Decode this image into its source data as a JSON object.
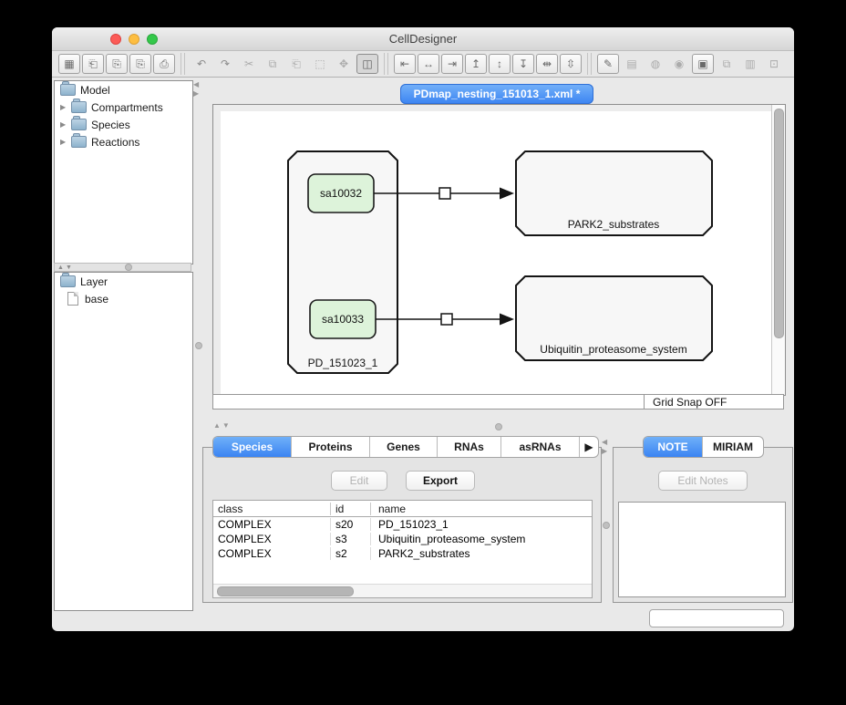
{
  "window": {
    "title": "CellDesigner"
  },
  "doc_tab": {
    "label": "PDmap_nesting_151013_1.xml *"
  },
  "icons": {
    "up": "▲",
    "down": "▼",
    "left": "◀",
    "right": "▶"
  },
  "toolbar": {
    "groups": [
      {
        "buttons": [
          {
            "name": "new-model",
            "glyph": "▦",
            "state": "normal"
          },
          {
            "name": "open-model",
            "glyph": "⎗",
            "state": "normal"
          },
          {
            "name": "save-model",
            "glyph": "⎘",
            "state": "normal"
          },
          {
            "name": "save-model-as",
            "glyph": "⎘",
            "state": "normal"
          },
          {
            "name": "print",
            "glyph": "⎙",
            "state": "normal"
          }
        ]
      },
      {
        "buttons": [
          {
            "name": "undo",
            "glyph": "↶",
            "state": "flat dark"
          },
          {
            "name": "redo",
            "glyph": "↷",
            "state": "flat dark"
          },
          {
            "name": "cut",
            "glyph": "✂",
            "state": "flat"
          },
          {
            "name": "copy",
            "glyph": "⧉",
            "state": "flat"
          },
          {
            "name": "paste",
            "glyph": "⎗",
            "state": "flat"
          },
          {
            "name": "select-all",
            "glyph": "⬚",
            "state": "flat"
          },
          {
            "name": "grab-mode",
            "glyph": "✥",
            "state": "flat"
          },
          {
            "name": "birds-eye-view",
            "glyph": "◫",
            "state": "active"
          }
        ]
      },
      {
        "buttons": [
          {
            "name": "align-left",
            "glyph": "⇤",
            "state": "normal"
          },
          {
            "name": "align-center-horizontal",
            "glyph": "↔",
            "state": "normal"
          },
          {
            "name": "align-right",
            "glyph": "⇥",
            "state": "normal"
          },
          {
            "name": "align-top",
            "glyph": "↥",
            "state": "normal"
          },
          {
            "name": "align-middle-vertical",
            "glyph": "↕",
            "state": "normal"
          },
          {
            "name": "align-bottom",
            "glyph": "↧",
            "state": "normal"
          },
          {
            "name": "distribute-horizontal",
            "glyph": "⇹",
            "state": "normal"
          },
          {
            "name": "distribute-vertical",
            "glyph": "⇳",
            "state": "normal"
          }
        ]
      },
      {
        "buttons": [
          {
            "name": "paint-tool",
            "glyph": "✎",
            "state": "normal"
          },
          {
            "name": "species-list-view",
            "glyph": "▤",
            "state": "flat"
          },
          {
            "name": "alias-view",
            "glyph": "◍",
            "state": "flat"
          },
          {
            "name": "complex-alias-view",
            "glyph": "◉",
            "state": "flat"
          },
          {
            "name": "notes-view",
            "glyph": "▣",
            "state": "normal"
          },
          {
            "name": "protein-list-view",
            "glyph": "⧉",
            "state": "flat"
          },
          {
            "name": "gene-list-view",
            "glyph": "▥",
            "state": "flat"
          },
          {
            "name": "layer-view",
            "glyph": "⊡",
            "state": "flat"
          }
        ]
      }
    ]
  },
  "model_tree": {
    "root": "Model",
    "items": [
      "Compartments",
      "Species",
      "Reactions"
    ]
  },
  "layer_tree": {
    "root": "Layer",
    "items": [
      "base"
    ]
  },
  "canvas": {
    "grid_snap": "Grid Snap OFF",
    "diagram": {
      "container_label": "PD_151023_1",
      "species": [
        {
          "id": "sa10032"
        },
        {
          "id": "sa10033"
        }
      ],
      "complexes": [
        {
          "name": "PARK2_substrates"
        },
        {
          "name": "Ubiquitin_proteasome_system"
        }
      ]
    }
  },
  "species_panel": {
    "tabs": [
      "Species",
      "Proteins",
      "Genes",
      "RNAs",
      "asRNAs"
    ],
    "more_tab": "▶",
    "edit_button": "Edit",
    "export_button": "Export",
    "table": {
      "headers": [
        "class",
        "id",
        "name"
      ],
      "rows": [
        [
          "COMPLEX",
          "s20",
          "PD_151023_1"
        ],
        [
          "COMPLEX",
          "s3",
          "Ubiquitin_proteasome_system"
        ],
        [
          "COMPLEX",
          "s2",
          "PARK2_substrates"
        ]
      ]
    }
  },
  "notes_panel": {
    "tabs": [
      "NOTE",
      "MIRIAM"
    ],
    "edit_notes_button": "Edit Notes"
  },
  "status_field": {
    "value": ""
  },
  "colors": {
    "accent_blue": "#3b84f2",
    "species_green": "#ddf3da",
    "traffic_red": "#fc5b57",
    "traffic_yellow": "#fdbe41",
    "traffic_green": "#34c84a"
  }
}
